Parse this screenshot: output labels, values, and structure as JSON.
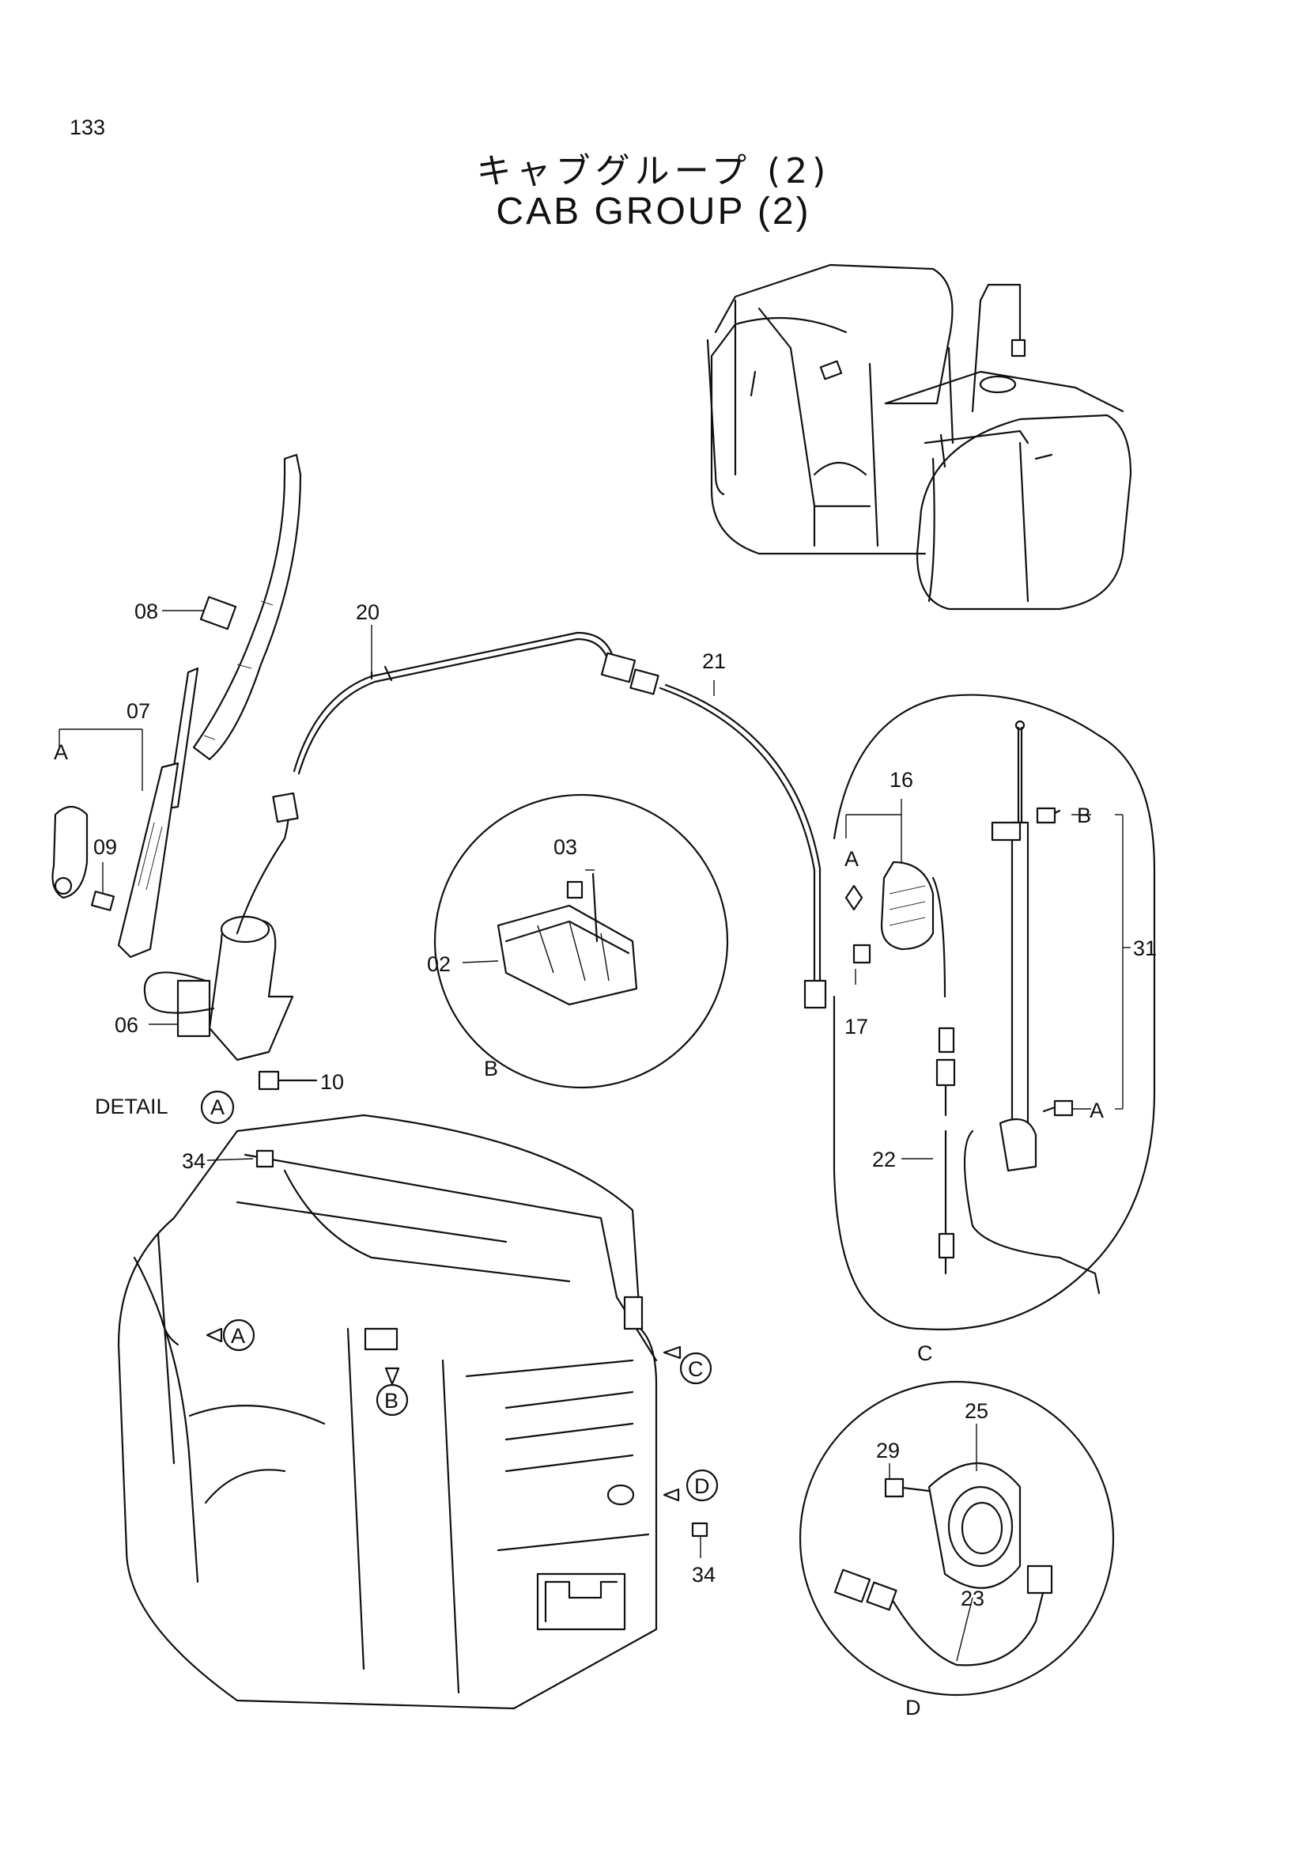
{
  "page_number": "133",
  "title_jp": "キャブグループ (2)",
  "title_en": "CAB GROUP (2)",
  "detail_caption": "DETAIL",
  "detail_ref": "A",
  "part_numbers": [
    "08",
    "07",
    "09",
    "06",
    "10",
    "20",
    "21",
    "03",
    "02",
    "16",
    "17",
    "31",
    "22",
    "34",
    "34",
    "25",
    "29",
    "23"
  ],
  "callouts": [
    "A",
    "B",
    "C",
    "D",
    "A",
    "B",
    "A"
  ],
  "detail_circle_labels": [
    "B",
    "C",
    "D"
  ]
}
